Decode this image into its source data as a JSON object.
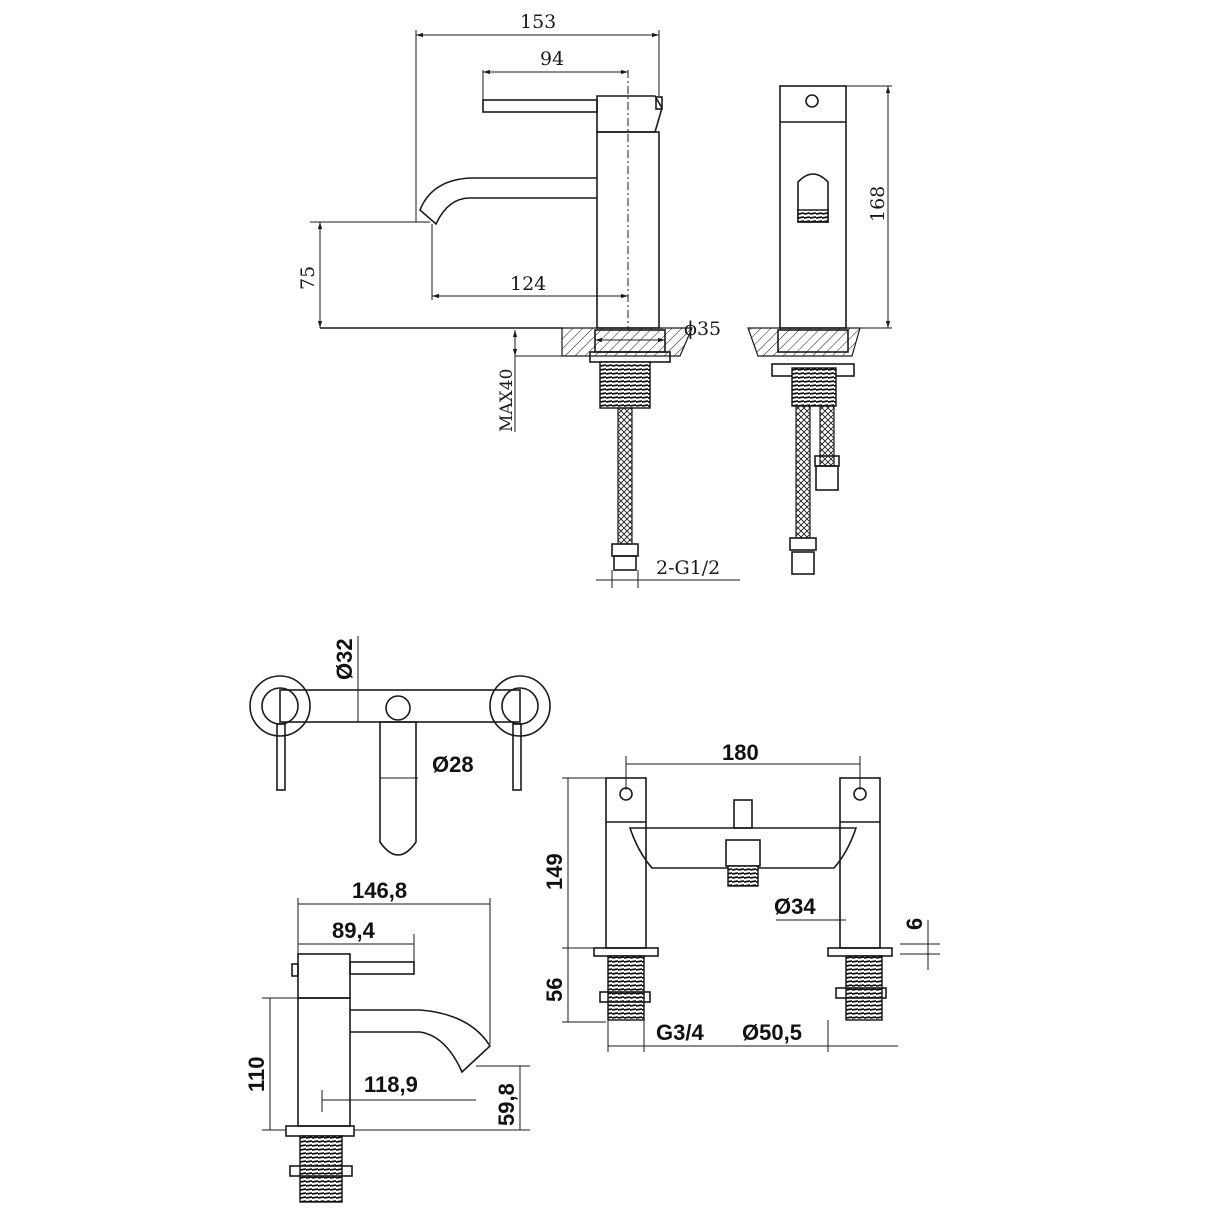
{
  "basin_mixer_side": {
    "width_overall": "153",
    "lever_reach": "94",
    "spout_reach": "124",
    "spout_height": "75",
    "max_deck": "MAX40",
    "base_diameter": "ϕ35",
    "hose_connection": "2-G1/2"
  },
  "basin_mixer_front": {
    "height": "168"
  },
  "bath_filler_plan": {
    "body_diameter": "Ø32",
    "spout_diameter": "Ø28"
  },
  "bath_filler_front": {
    "centres": "180",
    "height": "149",
    "spout_diameter": "Ø34",
    "flange_thickness": "6",
    "shank_length": "56",
    "connection": "G3/4",
    "flange_diameter": "Ø50,5"
  },
  "single_tap_side": {
    "width_overall": "146,8",
    "lever_reach": "89,4",
    "height": "110",
    "spout_reach": "118,9",
    "spout_height": "59,8"
  }
}
